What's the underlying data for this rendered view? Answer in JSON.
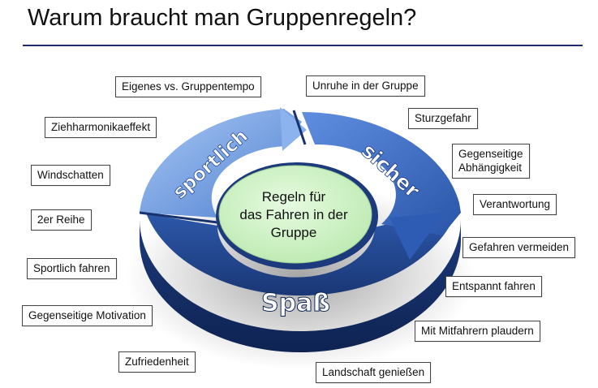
{
  "title": "Warum braucht man Gruppenregeln?",
  "center": {
    "line1": "Regeln für",
    "line2": "das Fahren in der",
    "line3": "Gruppe"
  },
  "segments": {
    "sportlich": "sportlich",
    "sicher": "sicher",
    "spass": "Spaß"
  },
  "boxes": {
    "eigenes": "Eigenes vs. Gruppentempo",
    "unruhe": "Unruhe in der Gruppe",
    "ziehharmonika": "Ziehharmonikaeffekt",
    "sturzgefahr": "Sturzgefahr",
    "gegenseitige_a": "Gegenseitige",
    "abhaengigkeit": "Abhängigkeit",
    "windschatten": "Windschatten",
    "verantwortung": "Verantwortung",
    "reihe": "2er Reihe",
    "gefahren": "Gefahren vermeiden",
    "sportlich_fahren": "Sportlich fahren",
    "entspannt": "Entspannt fahren",
    "motivation": "Gegenseitige Motivation",
    "mitfahrern": "Mit Mitfahrern plaudern",
    "zufriedenheit": "Zufriedenheit",
    "landschaft": "Landschaft genießen"
  },
  "colors": {
    "rule": "#1f2a6b",
    "sportlich_segment": "#6f9fe0",
    "sicher_segment": "#3a6bc7",
    "spass_segment": "#23478f",
    "center_fill": "#cdf1c4"
  }
}
